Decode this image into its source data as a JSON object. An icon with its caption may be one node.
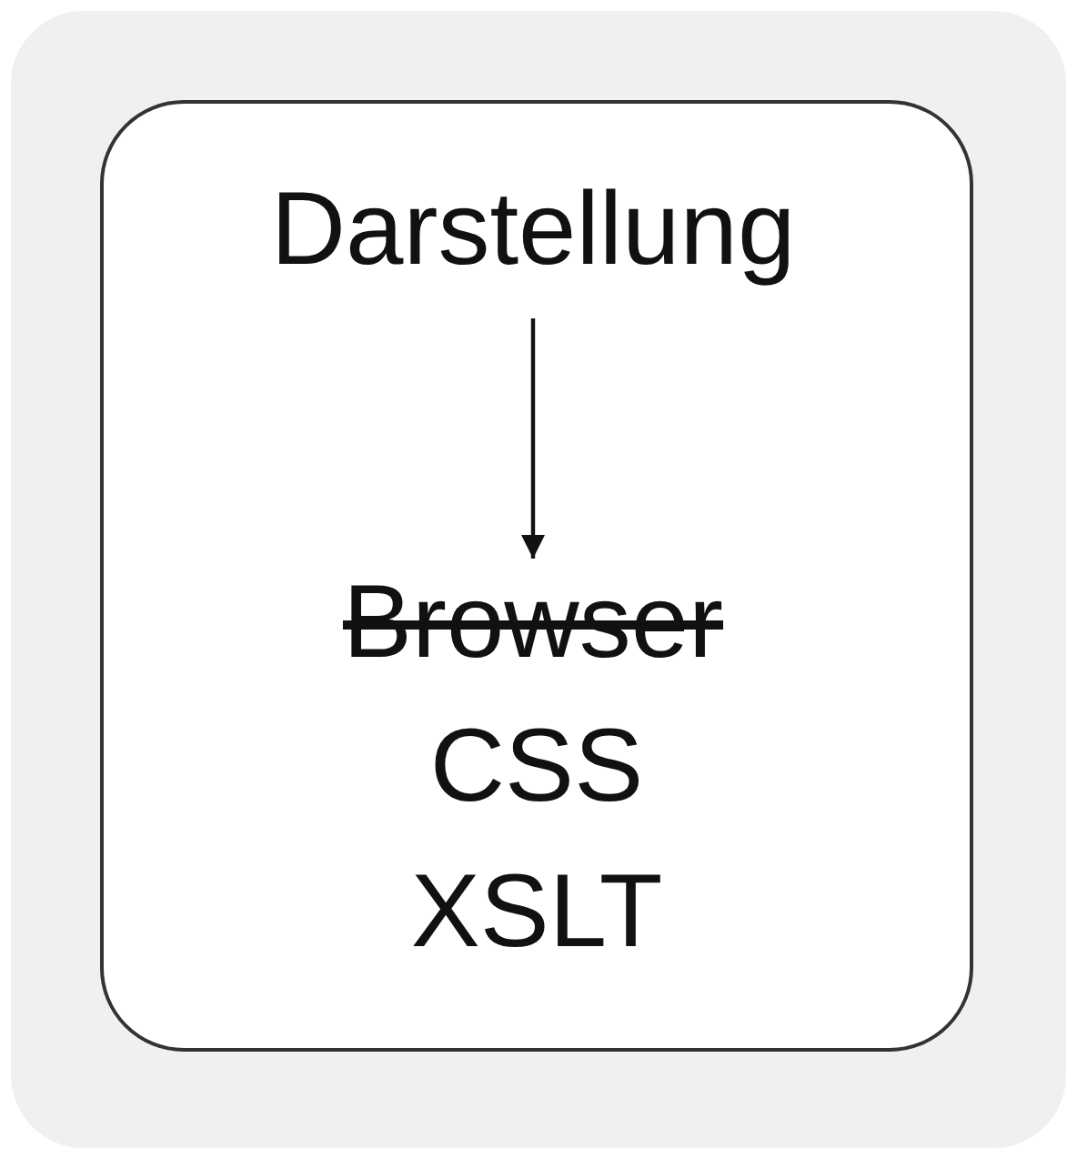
{
  "diagram": {
    "nodes": [
      {
        "text": [],
        "shape": "box"
      },
      {
        "text": [
          "Darstellung"
        ],
        "in": 0
      },
      {
        "text": [
          "Browser"
        ],
        "in": 0
      }
    ],
    "edges": [
      {
        "from": 1,
        "to": 2,
        "arrow": "to"
      }
    ],
    "labels": [
      "CSS",
      "XSLT"
    ]
  }
}
